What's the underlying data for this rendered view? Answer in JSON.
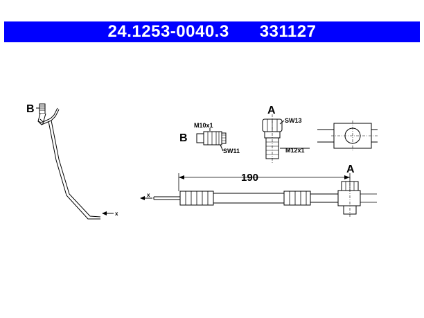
{
  "header": {
    "part_number": "24.1253-0040.3",
    "ref_number": "331127"
  },
  "colors": {
    "header_bg": "#0000ff",
    "header_text": "#ffffff",
    "line": "#000000"
  },
  "labels": {
    "view_b_left": "B",
    "x_end_left": "x",
    "view_b_detail": "B",
    "thread_b": "M10x1",
    "wrench_b": "SW11",
    "view_a_detail": "A",
    "wrench_a": "SW13",
    "thread_a": "M12x1",
    "length": "190",
    "view_a_main": "A",
    "x_end_main": "x"
  }
}
